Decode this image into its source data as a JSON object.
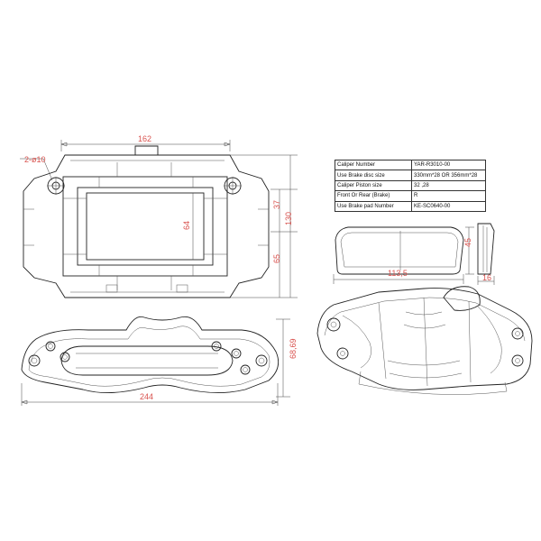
{
  "dimensions": {
    "top_width": "162",
    "hole_callout": "2-ø10",
    "opening_height": "64",
    "upper_offset": "37",
    "overall_height": "130",
    "lower_offset": "65",
    "pad_height": "45",
    "pad_length": "113,5",
    "pad_thickness": "16",
    "side_height": "68,69",
    "overall_length": "244"
  },
  "spec_table": {
    "rows": [
      {
        "label": "Caliper Number",
        "value": "YAR-R3010-00"
      },
      {
        "label": "Use Brake disc  size",
        "value": "330mm*28 OR 356mm*28"
      },
      {
        "label": "Caliper Piston size",
        "value": "32 ,28"
      },
      {
        "label": "Front Or Rear (Brake)",
        "value": "R"
      },
      {
        "label": "Use Brake  pad Number",
        "value": "KE-SC0640-00"
      }
    ]
  },
  "colors": {
    "dimension_text": "#d9534f",
    "line": "#222222",
    "background": "#ffffff"
  }
}
